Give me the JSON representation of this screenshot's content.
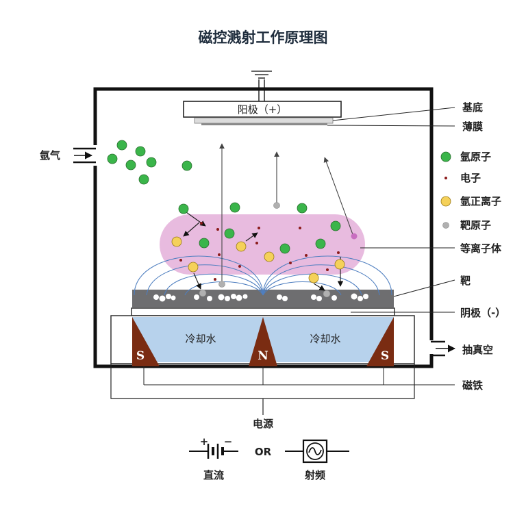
{
  "title": "磁控溅射工作原理图",
  "anode_label": "阳极（+）",
  "left_labels": {
    "argon_gas": "氩气"
  },
  "right_labels": {
    "substrate": "基底",
    "film": "薄膜",
    "argon_atom": "氩原子",
    "electron": "电子",
    "argon_ion": "氩正离子",
    "target_atom": "靶原子",
    "plasma": "等离子体",
    "target": "靶",
    "cathode": "阴极（-）",
    "vacuum": "抽真空",
    "magnet": "磁铁"
  },
  "cooling_water": [
    "冷却水",
    "冷却水"
  ],
  "poles": [
    "S",
    "N",
    "S"
  ],
  "power": {
    "label": "电源",
    "dc": "直流",
    "or": "OR",
    "rf": "射频",
    "dc_plus": "+",
    "dc_minus": "−"
  },
  "colors": {
    "argon_atom": "#3ab54a",
    "electron": "#8b1a1a",
    "argon_ion": "#f5d15a",
    "target_atom": "#b0b0b0",
    "plasma": "#e6b4dc",
    "target": "#6e6e70",
    "cooling": "#b7d2ec",
    "magnet": "#7a2c12",
    "field_line": "#4f7fc0",
    "chamber": "#111111"
  }
}
